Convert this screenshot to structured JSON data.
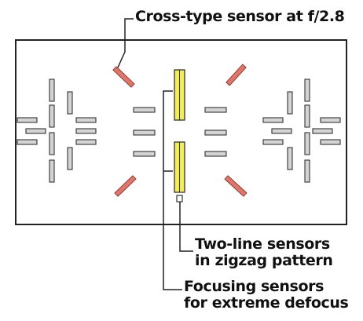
{
  "labels": {
    "cross_type": "Cross-type sensor at f/2.8",
    "two_line_1": "Two-line sensors",
    "two_line_2": "in zigzag pattern",
    "focusing_1": "Focusing sensors",
    "focusing_2": "for extreme defocus"
  },
  "colors": {
    "frame": "#222222",
    "sensor_fill": "#d4d4d4",
    "sensor_stroke": "#333333",
    "yellow_fill": "#f2ee5a",
    "red_fill": "#e0766a",
    "leader": "#222222"
  }
}
